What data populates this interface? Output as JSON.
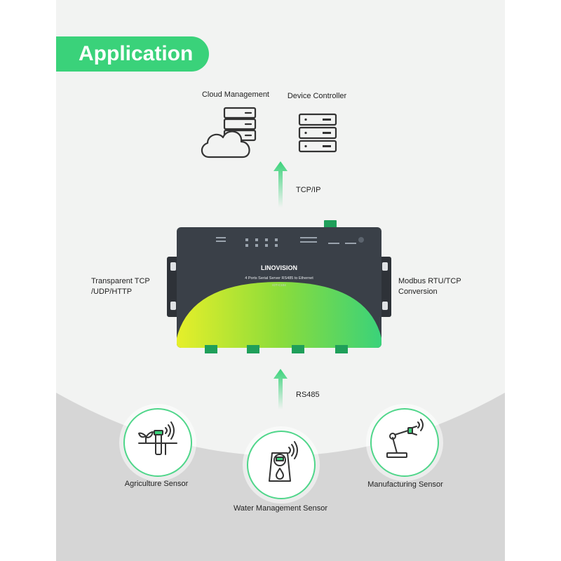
{
  "header": {
    "title": "Application"
  },
  "top_nodes": {
    "cloud_label": "Cloud Management",
    "controller_label": "Device Controller"
  },
  "links": {
    "up_protocol": "TCP/IP",
    "down_protocol": "RS485"
  },
  "device": {
    "brand": "LINOVISION",
    "model_line": "4 Ports Serial Server RS485 to Ethernet",
    "part_number": "IOT-C104",
    "left_feature": "Transparent TCP\n/UDP/HTTP",
    "right_feature": "Modbus RTU/TCP\nConversion"
  },
  "sensors": [
    {
      "label": "Agriculture Sensor",
      "icon": "agriculture-sensor-icon"
    },
    {
      "label": "Water Management Sensor",
      "icon": "water-meter-icon"
    },
    {
      "label": "Manufacturing Sensor",
      "icon": "robot-arm-icon"
    }
  ],
  "colors": {
    "accent": "#3ad27a",
    "device_body": "#3a4048",
    "panel_bg": "#f2f3f2",
    "lower_bg": "#d6d6d6"
  }
}
